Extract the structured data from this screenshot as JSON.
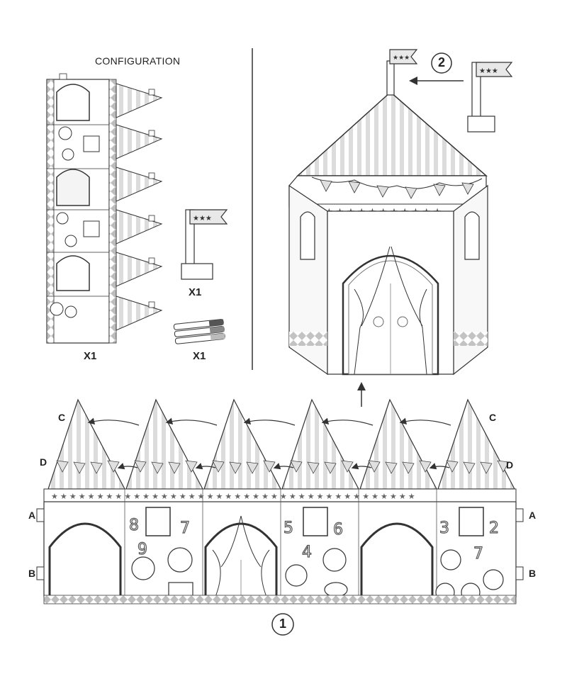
{
  "configuration": {
    "title": "CONFIGURATION",
    "items": [
      {
        "name": "tent-panel",
        "quantity": "X1"
      },
      {
        "name": "flag",
        "quantity": "X1"
      },
      {
        "name": "markers",
        "quantity": "X1"
      }
    ]
  },
  "steps": [
    "1",
    "2"
  ],
  "edge_labels": {
    "a": "A",
    "b": "B",
    "c": "C",
    "d": "D"
  },
  "colors": {
    "line": "#333333",
    "grey": "#c8c8c8",
    "light": "#e6e6e6",
    "dark": "#555555"
  }
}
